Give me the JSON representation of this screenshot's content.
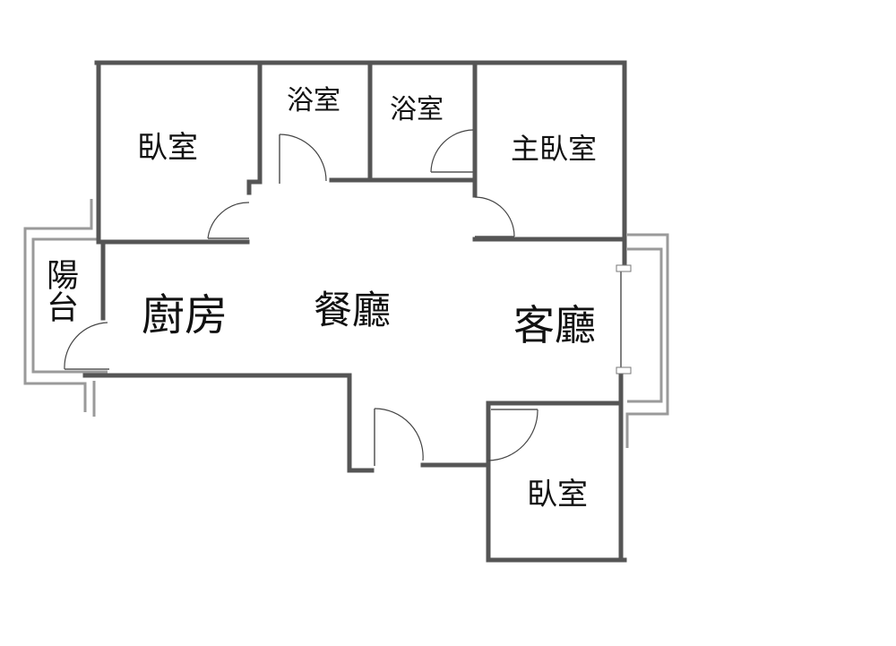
{
  "rooms": {
    "bedroom_nw": "臥室",
    "bath_1": "浴室",
    "bath_2": "浴室",
    "master_bedroom": "主臥室",
    "balcony": "陽台",
    "kitchen": "廚房",
    "dining": "餐廳",
    "living": "客廳",
    "bedroom_se": "臥室"
  },
  "colors": {
    "wall": "#555555",
    "balcony_wall": "#9a9a9a"
  }
}
